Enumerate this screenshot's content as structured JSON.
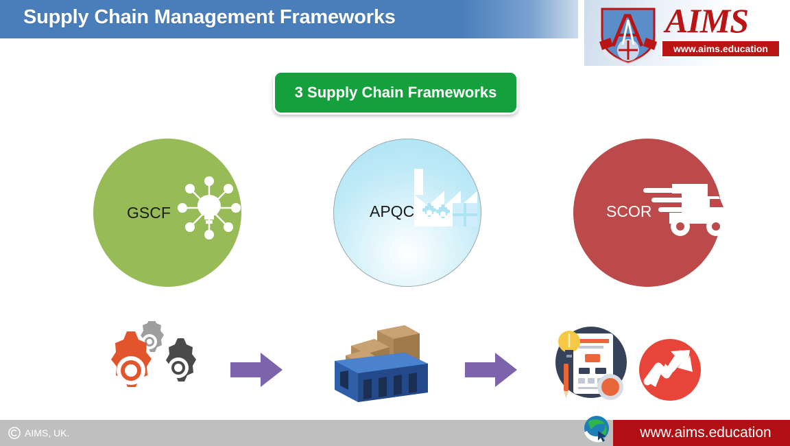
{
  "slide": {
    "title": "Supply Chain Management Frameworks",
    "banner_label": "3 Supply Chain Frameworks"
  },
  "brand": {
    "name": "AIMS",
    "url": "www.aims.education",
    "crest_icon": "aims-shield-crest-icon"
  },
  "frameworks": [
    {
      "label": "GSCF",
      "icon": "lightbulb-network-icon",
      "circle_color": "#97bc57",
      "label_color": "#1a1a1a"
    },
    {
      "label": "APQC",
      "icon": "factory-gears-icon",
      "circle_color": "#a9e2f5",
      "label_color": "#1a1a1a"
    },
    {
      "label": "SCOR",
      "icon": "delivery-truck-icon",
      "circle_color": "#bc4a4a",
      "label_color": "#ffffff"
    }
  ],
  "process_flow": [
    {
      "icon": "gears-cluster-icon",
      "colors": [
        "#e2552c",
        "#9e9e9e",
        "#4a4a4a"
      ]
    },
    {
      "icon": "arrow-right-icon",
      "colors": [
        "#7c63ab"
      ]
    },
    {
      "icon": "crate-with-boxes-icon",
      "colors": [
        "#2f5fa8",
        "#b08a5a"
      ]
    },
    {
      "icon": "arrow-right-icon",
      "colors": [
        "#7c63ab"
      ]
    },
    {
      "icon": "report-document-icon",
      "colors": [
        "#36425a",
        "#f5c945",
        "#e8663a"
      ]
    },
    {
      "icon": "growth-arrow-icon",
      "colors": [
        "#e8443a"
      ]
    }
  ],
  "footer": {
    "copyright_icon": "copyright-icon",
    "copyright_text": "AIMS, UK.",
    "globe_icon": "globe-cursor-icon",
    "url": "www.aims.education"
  },
  "colors": {
    "header_blue": "#4a7ebb",
    "banner_green": "#14a03c",
    "brand_red": "#bb1414",
    "footer_gray": "#bfbfbf",
    "footer_red": "#b00f14",
    "arrow_purple": "#7c63ab"
  }
}
